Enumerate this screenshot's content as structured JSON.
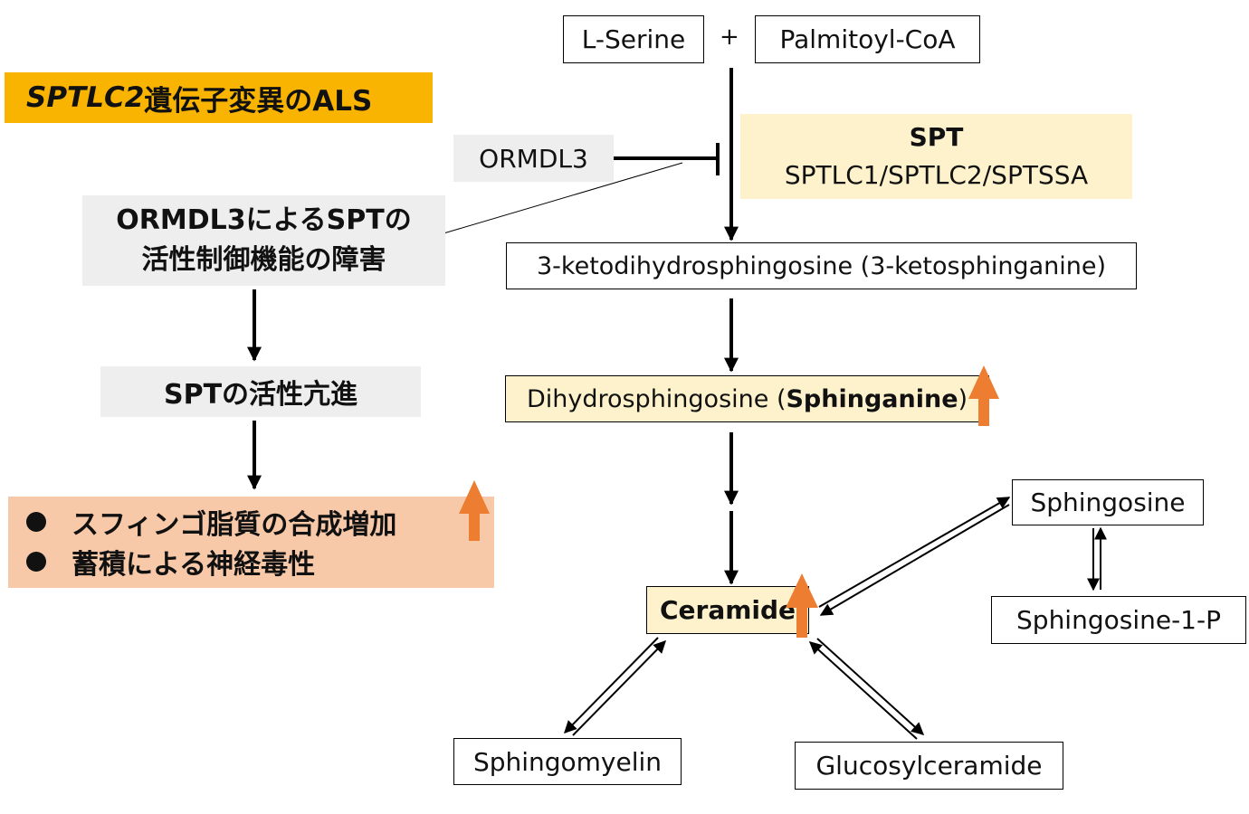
{
  "left": {
    "title_gene": "SPTLC2",
    "title_rest": "遺伝子変異のALS",
    "impairment_line1": "ORMDL3によるSPTの",
    "impairment_line2": "活性制御機能の障害",
    "hyperactivation": "SPTの活性亢進",
    "effect1": "スフィンゴ脂質の合成増加",
    "effect2": "蓄積による神経毒性"
  },
  "pathway": {
    "serine": "L-Serine",
    "plus": "+",
    "palmitoyl": "Palmitoyl-CoA",
    "ormdl3": "ORMDL3",
    "spt_title": "SPT",
    "spt_subunits": "SPTLC1/SPTLC2/SPTSSA",
    "keto": "3-ketodihydrosphingosine (3-ketosphinganine)",
    "dihydro_pre": "Dihydrosphingosine (",
    "dihydro_bold": "Sphinganine",
    "dihydro_post": ")",
    "ceramide": "Ceramide",
    "sphingosine": "Sphingosine",
    "s1p": "Sphingosine-1-P",
    "sphingomyelin": "Sphingomyelin",
    "glucosylceramide": "Glucosylceramide"
  },
  "colors": {
    "title_bg": "#F8B400",
    "highlight_bg": "#FEF2CC",
    "effects_bg": "#F7C9A8",
    "note_bg": "#EEEEEE",
    "up_arrow": "#ED7D31"
  }
}
